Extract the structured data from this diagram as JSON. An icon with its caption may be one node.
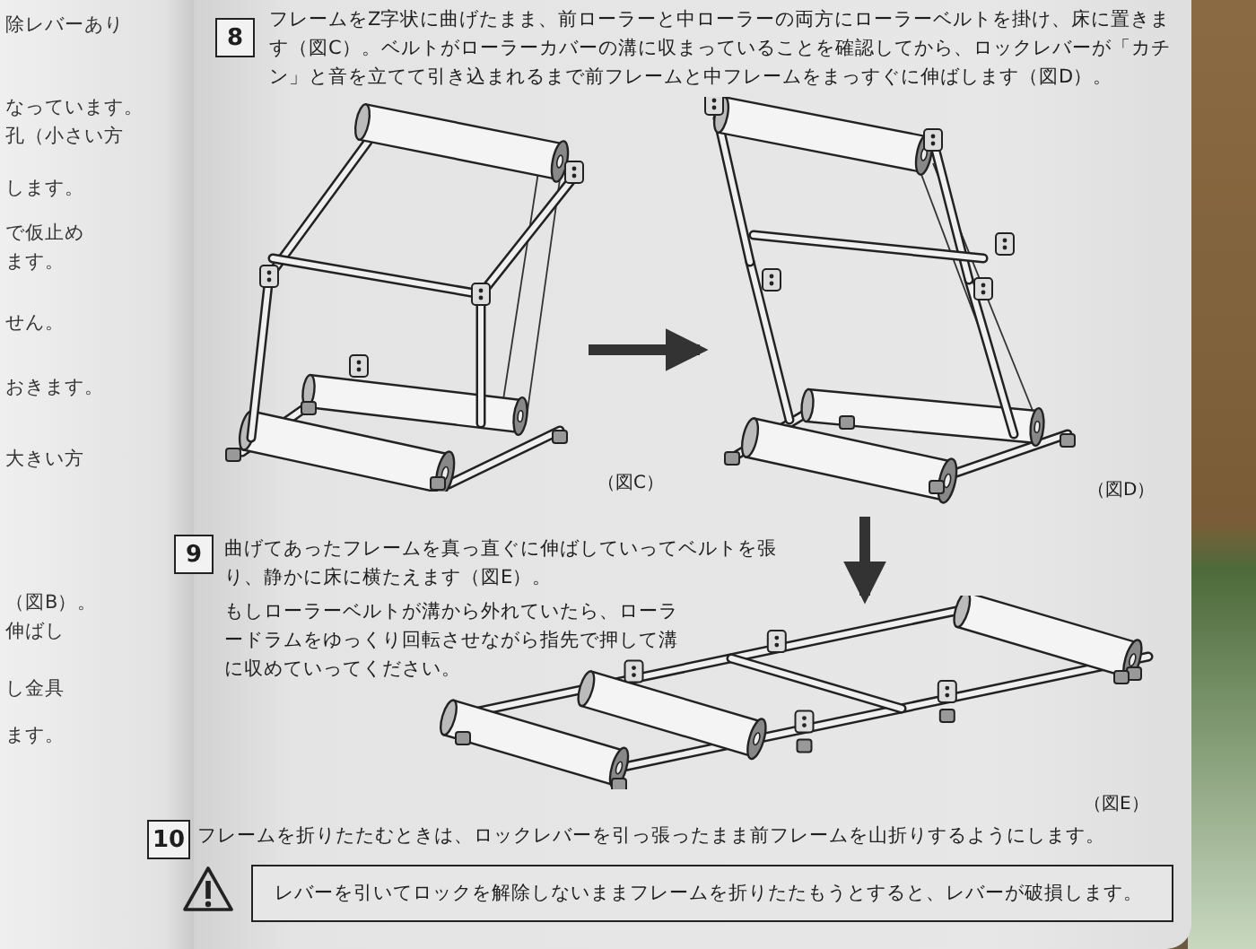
{
  "diagram": {
    "nodes": [
      {
        "text": [
          "8"
        ]
      },
      {
        "text": [],
        "shape": "picture",
        "beside": [
          "（図C）"
        ]
      },
      {
        "text": [],
        "shape": "picture",
        "beside": [
          "（図D）"
        ]
      },
      {
        "text": [
          "9"
        ]
      },
      {
        "text": [],
        "shape": "picture",
        "beside": [
          "（図E）"
        ]
      },
      {
        "text": [
          "10"
        ]
      },
      {
        "text": [
          "レバーを引いてロックを解除しないままフレームを折りたたもうとすると、レバーが破損します。"
        ]
      }
    ],
    "edges": [
      {
        "from": 1,
        "to": 2,
        "arrow": "to"
      },
      {
        "from": 2,
        "to": 4,
        "arrow": "to"
      }
    ],
    "labels": [
      "フレームをZ字状に曲げたまま、前ローラーと中ローラーの両方にローラーベルトを掛け、床に置きます（図C）。ベルトがローラーカバーの溝に収まっていることを確認してから、ロックレバーが「カチン」と音を立てて引き込まれるまで前フレームと中フレームをまっすぐに伸ばします（図D）。",
      "曲げてあったフレームを真っ直ぐに伸ばしていってベルトを張り、静かに床に横たえます（図E）。",
      "もしローラーベルトが溝から外れていたら、ローラードラムをゆっくり回転させながら指先で押して溝に収めていってください。",
      "フレームを折りたたむときは、ロックレバーを引っ張ったまま前フレームを山折りするようにします。",
      "除レバーあり",
      "なっています。",
      "孔（小さい方",
      "します。",
      "で仮止め",
      "ます。",
      "せん。",
      "おきます。",
      "大きい方",
      "（図B）。",
      "伸ばし",
      "し金具",
      "ます。"
    ]
  }
}
